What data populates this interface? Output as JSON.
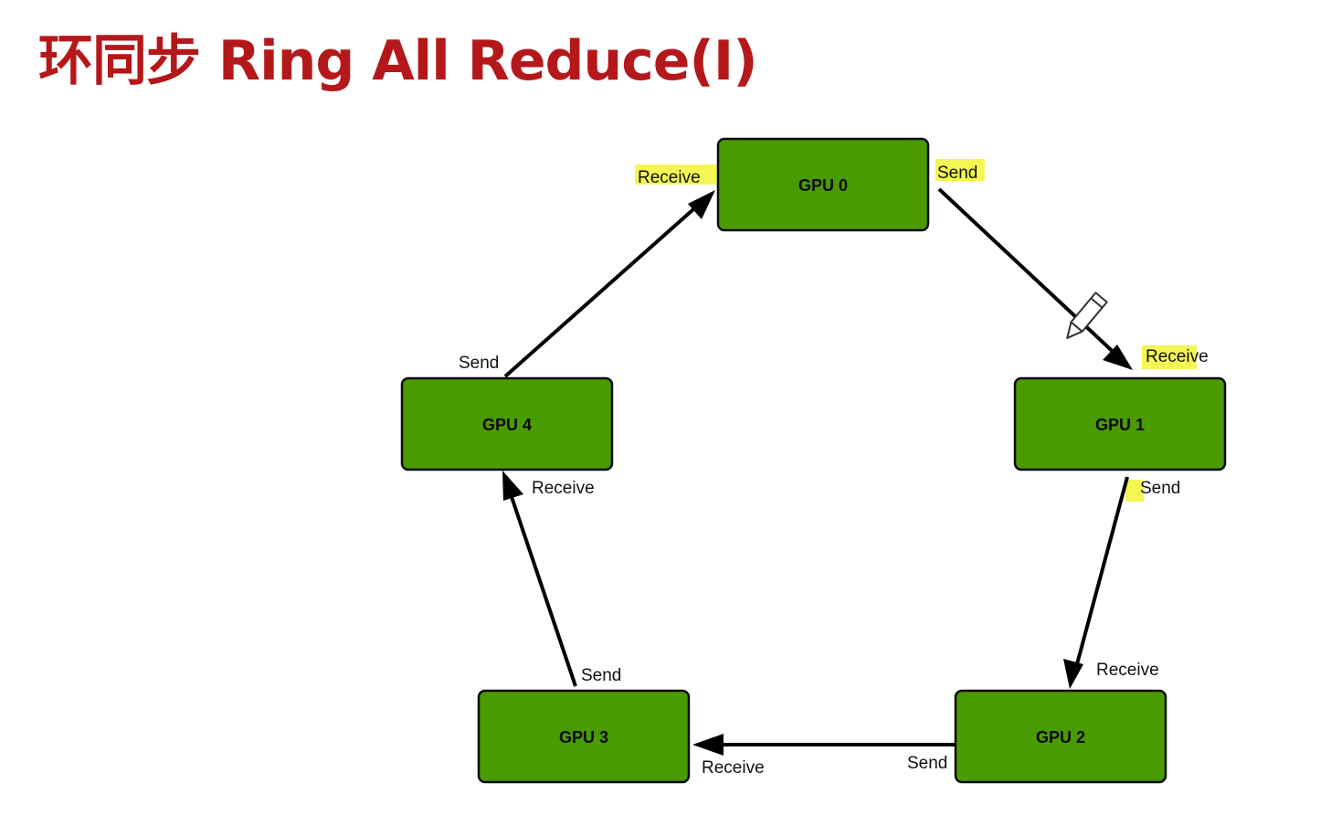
{
  "title": "环同步 Ring All Reduce(I)",
  "nodes": {
    "gpu0": "GPU 0",
    "gpu1": "GPU 1",
    "gpu2": "GPU 2",
    "gpu3": "GPU 3",
    "gpu4": "GPU 4"
  },
  "edges": [
    {
      "from": "GPU 0",
      "to": "GPU 1",
      "send_label": "Send",
      "receive_label": "Receive"
    },
    {
      "from": "GPU 1",
      "to": "GPU 2",
      "send_label": "Send",
      "receive_label": "Receive"
    },
    {
      "from": "GPU 2",
      "to": "GPU 3",
      "send_label": "Send",
      "receive_label": "Receive"
    },
    {
      "from": "GPU 3",
      "to": "GPU 4",
      "send_label": "Send",
      "receive_label": "Receive"
    },
    {
      "from": "GPU 4",
      "to": "GPU 0",
      "send_label": "Send",
      "receive_label": "Receive"
    }
  ],
  "colors": {
    "title": "#b5181b",
    "node_fill": "#4a9a02",
    "highlight": "#f2f536"
  },
  "icons": [
    "pencil-cursor-icon"
  ]
}
